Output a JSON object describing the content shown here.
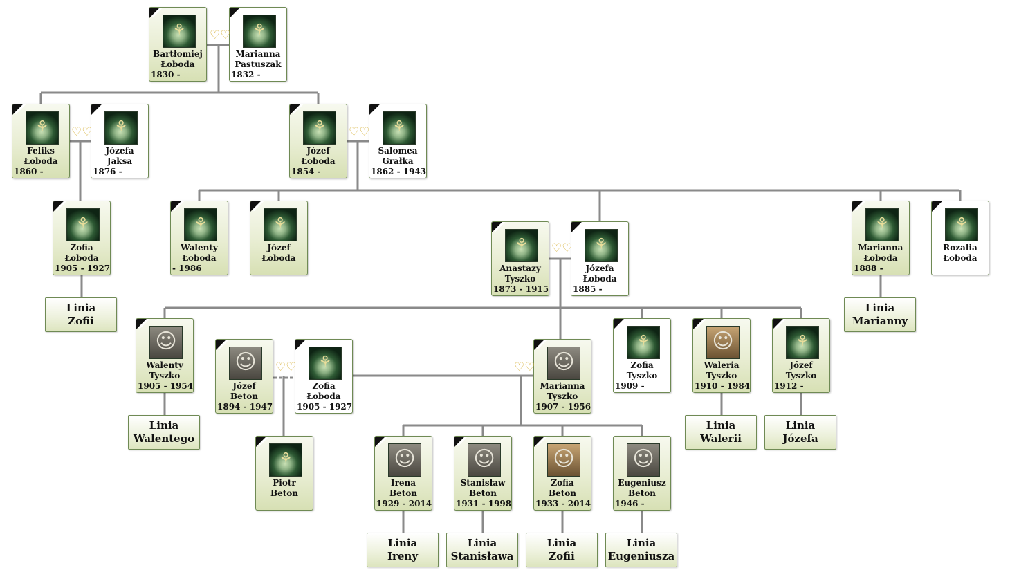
{
  "persons": [
    {
      "first": "Bartłomiej",
      "last": "Łoboda",
      "dates": "1830 -",
      "photo": "candle",
      "mourn": true
    },
    {
      "first": "Marianna",
      "last": "Pastuszak",
      "dates": "1832 -",
      "photo": "candle",
      "mourn": true
    },
    {
      "first": "Feliks",
      "last": "Łoboda",
      "dates": "1860 -",
      "photo": "candle",
      "mourn": true
    },
    {
      "first": "Józefa",
      "last": "Jaksa",
      "dates": "1876 -",
      "photo": "candle",
      "mourn": true
    },
    {
      "first": "Józef",
      "last": "Łoboda",
      "dates": "1854 -",
      "photo": "candle",
      "mourn": true
    },
    {
      "first": "Salomea",
      "last": "Grałka",
      "dates": "1862 - 1943",
      "photo": "candle",
      "mourn": true
    },
    {
      "first": "Zofia",
      "last": "Łoboda",
      "dates": "1905 - 1927",
      "photo": "candle",
      "mourn": true
    },
    {
      "first": "Walenty",
      "last": "Łoboda",
      "dates": "- 1986",
      "photo": "candle",
      "mourn": true
    },
    {
      "first": "Józef",
      "last": "Łoboda",
      "dates": "",
      "photo": "candle",
      "mourn": true
    },
    {
      "first": "Anastazy",
      "last": "Tyszko",
      "dates": "1873 - 1915",
      "photo": "candle",
      "mourn": true
    },
    {
      "first": "Józefa",
      "last": "Łoboda",
      "dates": "1885 -",
      "photo": "candle",
      "mourn": true
    },
    {
      "first": "Marianna",
      "last": "Łoboda",
      "dates": "1888 -",
      "photo": "candle",
      "mourn": true
    },
    {
      "first": "Rozalia",
      "last": "Łoboda",
      "dates": "",
      "photo": "candle",
      "mourn": true
    },
    {
      "first": "Walenty",
      "last": "Tyszko",
      "dates": "1905 - 1954",
      "photo": "portrait",
      "mourn": true
    },
    {
      "first": "Józef",
      "last": "Beton",
      "dates": "1894 - 1947",
      "photo": "portrait",
      "mourn": true
    },
    {
      "first": "Zofia",
      "last": "Łoboda",
      "dates": "1905 - 1927",
      "photo": "candle",
      "mourn": true
    },
    {
      "first": "Marianna",
      "last": "Tyszko",
      "dates": "1907 - 1956",
      "photo": "portrait",
      "mourn": true
    },
    {
      "first": "Zofia",
      "last": "Tyszko",
      "dates": "1909 -",
      "photo": "candle",
      "mourn": true
    },
    {
      "first": "Waleria",
      "last": "Tyszko",
      "dates": "1910 - 1984",
      "photo": "sepia",
      "mourn": true
    },
    {
      "first": "Józef",
      "last": "Tyszko",
      "dates": "1912 -",
      "photo": "candle",
      "mourn": true
    },
    {
      "first": "Piotr",
      "last": "Beton",
      "dates": "",
      "photo": "candle",
      "mourn": true
    },
    {
      "first": "Irena",
      "last": "Beton",
      "dates": "1929 - 2014",
      "photo": "portrait",
      "mourn": true
    },
    {
      "first": "Stanisław",
      "last": "Beton",
      "dates": "1931 - 1998",
      "photo": "portrait",
      "mourn": true
    },
    {
      "first": "Zofia",
      "last": "Beton",
      "dates": "1933 - 2014",
      "photo": "sepia",
      "mourn": true
    },
    {
      "first": "Eugeniusz",
      "last": "Beton",
      "dates": "1946 -",
      "photo": "portrait",
      "mourn": false
    }
  ],
  "lines": [
    {
      "l1": "Linia",
      "l2": "Zofii"
    },
    {
      "l1": "Linia",
      "l2": "Marianny"
    },
    {
      "l1": "Linia",
      "l2": "Walentego"
    },
    {
      "l1": "Linia",
      "l2": "Walerii"
    },
    {
      "l1": "Linia",
      "l2": "Józefa"
    },
    {
      "l1": "Linia",
      "l2": "Ireny"
    },
    {
      "l1": "Linia",
      "l2": "Stanisława"
    },
    {
      "l1": "Linia",
      "l2": "Zofii"
    },
    {
      "l1": "Linia",
      "l2": "Eugeniusza"
    }
  ],
  "colors": {
    "connector": "#8a8a8a",
    "card_border": "#6f8a54",
    "heart": "#d9b544"
  },
  "icons": {
    "marriage": "double-heart-icon",
    "mourning": "mourning-ribbon-icon",
    "photo_candle": "memorial-candle-icon",
    "photo_person": "person-photo-icon"
  }
}
